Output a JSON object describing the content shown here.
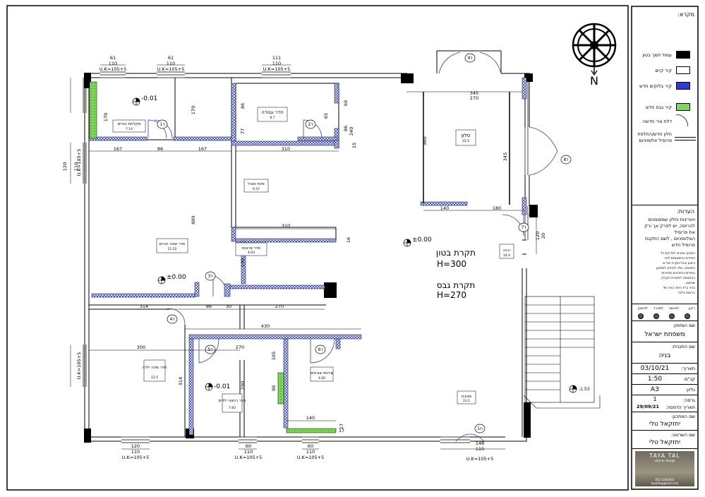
{
  "north": {
    "label": "N"
  },
  "legend": {
    "title": "מקרא:",
    "items": [
      {
        "label": "עמוד תמך בטון",
        "swatch": "#000000"
      },
      {
        "label": "קיר קיים",
        "swatch": "#ffffff"
      },
      {
        "label": "קיר בלוקים חדש",
        "swatch": "#2b3bd6"
      },
      {
        "label": "קיר גבס חדש",
        "swatch": "#7ed957"
      },
      {
        "label": "דלת ציר חדשה",
        "swatch": "none"
      },
      {
        "label": "חלון חדש/החלפת פרופיל אלומיניום",
        "swatch": "none"
      }
    ]
  },
  "notes": {
    "title": "הערות:",
    "lines": [
      "ויטרינות וחלון שמסומנים",
      "להריסה, יש לפרק אך ורק",
      "את פרופיל",
      "האלומיניום , לשם התקנת",
      "פרופיל חדש"
    ],
    "small_lines": [
      "התכנון אחראי לבדיקת כל",
      "המידות והתאמתם לפני",
      "ביצוע ובכל מקרה של אי",
      "התאמה, עליו להודיע למתכנן",
      "המידות והתכניות מחייבות",
      "בהתאמה לתוכנית הקבלן",
      "שהוצגו",
      "בניה ע\"פ היתר בניה של",
      "הרשות בלבד"
    ]
  },
  "stages": {
    "label": "לביצוע",
    "l2": "למכרז",
    "l3": "לאישור",
    "l4": "רקע"
  },
  "project": {
    "customer_label": "שם המזמין:",
    "customer": "משפחת ישראל",
    "plan_label": "שם התכנית:",
    "plan": "בניה",
    "date_label": "תאריך:",
    "date": "03/10/21",
    "scale_label": "קנ\"מ:",
    "scale": "1:50",
    "sheet_label": "גליון:",
    "sheet": "A3",
    "version_label": "גרסה:",
    "version": "1",
    "print_date_label": "תאריך הדפסה:",
    "print_date": "29/09/21",
    "designer_label": "שם המתכנן:",
    "designer": "יחזקאל טלי",
    "draftsman_label": "שם השרטט:",
    "draftsman": "יחזקאל טלי",
    "logo_text": "TAYA TAL",
    "logo_sub": "interior design",
    "logo_phone": "052-3200001",
    "logo_email": "tayatal@gmail.com"
  },
  "rooms": [
    {
      "name": "מקלחת הורים",
      "area": "7.14"
    },
    {
      "name": "חדר עבודה",
      "area": "9.7"
    },
    {
      "name": "סלון",
      "area": "22.5"
    },
    {
      "name": "פינת אוכל",
      "area": "9.37"
    },
    {
      "name": "חדר שינה הורים",
      "area": "15.32"
    },
    {
      "name": "חדר ארונות",
      "area": "4.03"
    },
    {
      "name": "חדר שינה ילדה",
      "area": "12.5"
    },
    {
      "name": "חדר רחצה ילדים",
      "area": "7.83"
    },
    {
      "name": "שירותי אורחים",
      "area": "4.06"
    },
    {
      "name": "מטבח",
      "area": "23.1"
    },
    {
      "name": "כניסה",
      "area": "14.4"
    }
  ],
  "levels": {
    "l1": "-0.01",
    "l2": "±0.00",
    "l3": "±0.00",
    "l4": "-0.01",
    "l5": "-1.53"
  },
  "ceiling": {
    "concrete": "תקרת בטון",
    "concrete_h": "H=300",
    "gypsum": "תקרת גבס",
    "gypsum_h": "H=270"
  },
  "doors": [
    "1ד",
    "2ד",
    "3ד",
    "4ד",
    "5ד",
    "6ד",
    "7ד",
    "8ד",
    "9ד",
    "1ח"
  ],
  "windows": {
    "uk1": "U.K=105+5",
    "uk2": "U.K=105+5",
    "uk3": "U.K=105+5",
    "uk4": "U.K=105+5",
    "uk5": "U.K=105+5",
    "uk6": "U.K=105+5",
    "uk7": "U.K=105+5",
    "uk8": "U.K=105+5",
    "uk9": "U.K=105+5"
  },
  "dims": {
    "d61a": "61",
    "d110a": "110",
    "d61b": "61",
    "d110b": "110",
    "d111": "111",
    "d110c": "110",
    "d345": "345",
    "d270a": "270",
    "d360": "360",
    "d345b": "345",
    "d140a": "140",
    "d180": "180",
    "d167a": "167",
    "d86a": "86",
    "d167b": "167",
    "d310a": "310",
    "d310b": "310",
    "d170a": "170",
    "d170b": "170",
    "d480": "480",
    "d86b": "86",
    "d77": "77",
    "d65": "65",
    "d86c": "86",
    "d240": "240",
    "d69": "69",
    "d15": "15",
    "d120a": "120",
    "d120b": "120",
    "d20": "20",
    "d314a": "314",
    "d86d": "86",
    "d30": "30",
    "d270b": "270",
    "d430": "430",
    "d300": "300",
    "d270c": "270",
    "d110d": "110",
    "d130": "130",
    "d290": "290",
    "d105": "105",
    "d90": "90",
    "d140b": "140",
    "d314b": "314",
    "d120c": "120",
    "d110e": "110",
    "d60a": "60",
    "d110f": "110",
    "d60b": "60",
    "d110g": "110",
    "d148": "148",
    "d110h": "110",
    "d17a": "17",
    "d17b": "17",
    "d16": "16"
  }
}
